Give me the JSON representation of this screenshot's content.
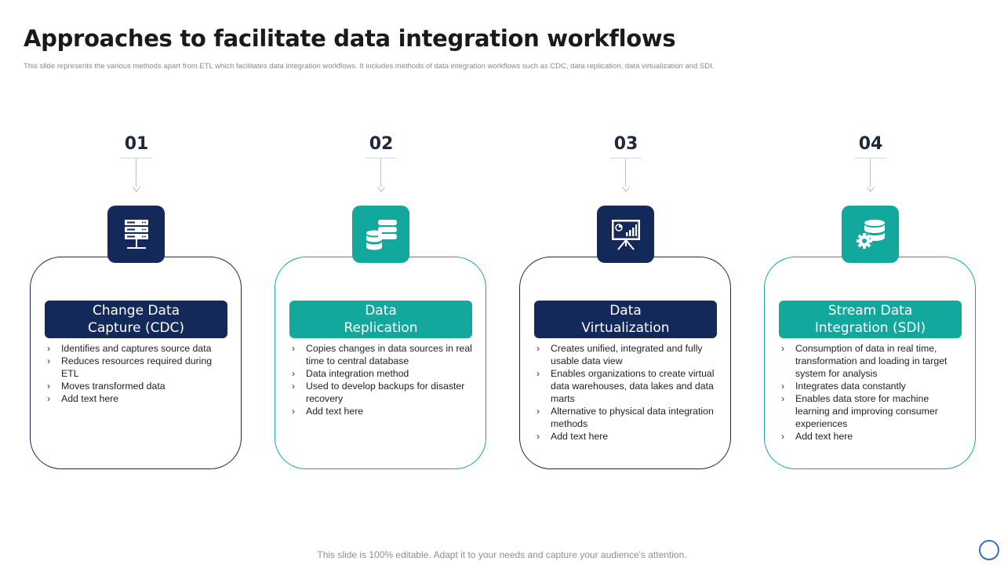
{
  "title": "Approaches to facilitate data integration workflows",
  "subtitle": "This slide represents the various methods apart from ETL  which facilitates data integration workflows. It includes methods of data integration  workflows such as CDC, data replication, data virtualization and SDI.",
  "footer": "This slide is 100% editable. Adapt it to your needs and capture your audience's attention.",
  "colors": {
    "navy": "#13295a",
    "teal": "#13a89e"
  },
  "approaches": [
    {
      "number": "01",
      "icon": "server-rack-icon",
      "label_line1": "Change Data",
      "label_line2": "Capture (CDC)",
      "bullets": [
        "Identifies and captures source data",
        "Reduces resources required during ETL",
        "Moves transformed data",
        "Add text here"
      ]
    },
    {
      "number": "02",
      "icon": "database-stack-icon",
      "label_line1": "Data",
      "label_line2": "Replication",
      "bullets": [
        "Copies changes in data sources in real time to central database",
        "Data integration method",
        "Used to develop backups for disaster recovery",
        "Add text here"
      ]
    },
    {
      "number": "03",
      "icon": "presentation-board-icon",
      "label_line1": "Data",
      "label_line2": "Virtualization",
      "bullets": [
        "Creates unified, integrated and fully usable data view",
        "Enables organizations to create virtual data warehouses, data lakes and data marts",
        "Alternative to physical data integration methods",
        "Add text here"
      ]
    },
    {
      "number": "04",
      "icon": "database-gear-icon",
      "label_line1": "Stream Data",
      "label_line2": "Integration (SDI)",
      "bullets": [
        "Consumption of data in real time, transformation and loading in target system for analysis",
        "Integrates data constantly",
        "Enables data store for machine learning and improving consumer experiences",
        "Add text here"
      ]
    }
  ]
}
